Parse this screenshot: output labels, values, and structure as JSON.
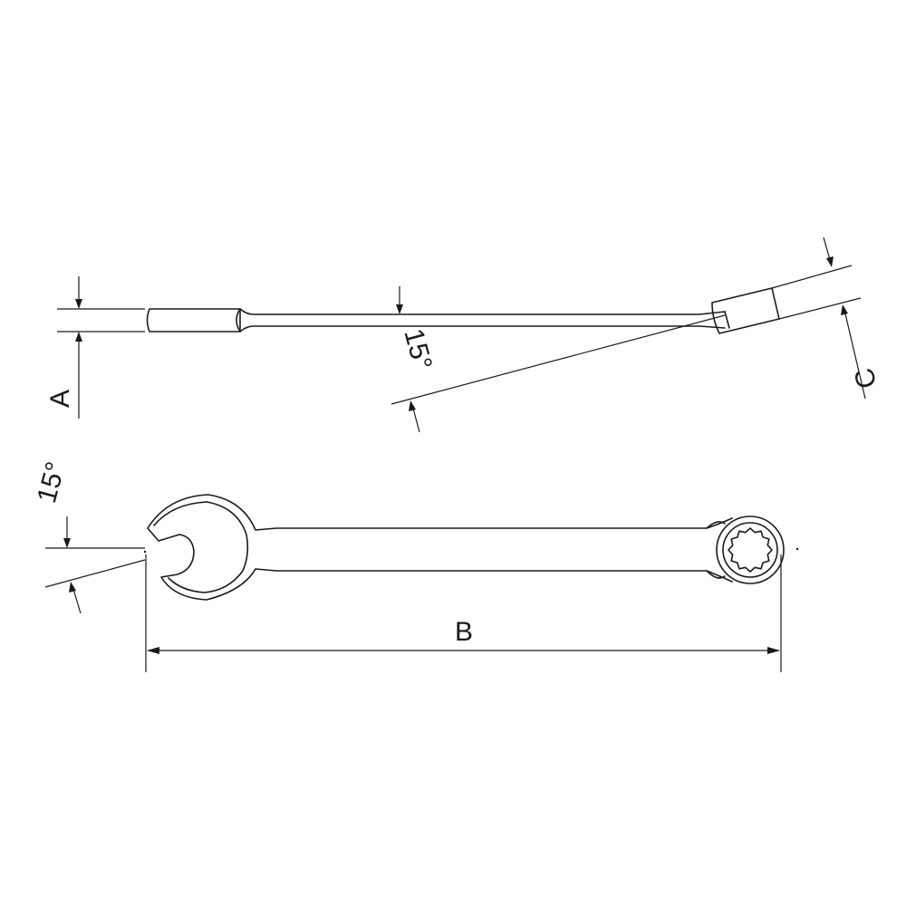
{
  "labels": {
    "dim_a": "A",
    "dim_b": "B",
    "dim_c": "C",
    "angle_side": "15°",
    "angle_head": "15°"
  },
  "colors": {
    "line": "#1a1a1a",
    "background": "#ffffff"
  }
}
